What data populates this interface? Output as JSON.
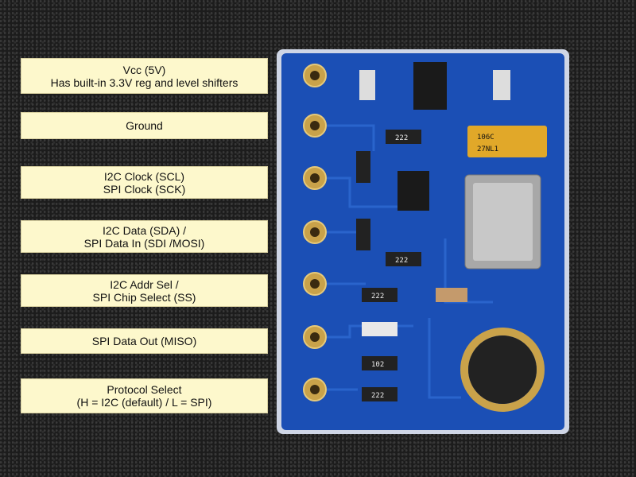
{
  "pins": [
    {
      "line1": "Vcc  (5V)",
      "line2": "Has built-in 3.3V reg and level shifters"
    },
    {
      "line1": "Ground",
      "line2": ""
    },
    {
      "line1": "I2C Clock (SCL)",
      "line2": "SPI Clock (SCK)"
    },
    {
      "line1": "I2C Data (SDA) /",
      "line2": "SPI Data In (SDI /MOSI)"
    },
    {
      "line1": "I2C  Addr  Sel  /",
      "line2": "SPI Chip Select (SS)"
    },
    {
      "line1": "SPI Data Out (MISO)",
      "line2": ""
    },
    {
      "line1": "Protocol  Select",
      "line2": "(H = I2C (default) / L = SPI)"
    }
  ],
  "board": {
    "resistor_marking": "222",
    "resistor_marking_alt": "102",
    "capacitor_marking_1": "106C",
    "capacitor_marking_2": "27NL1",
    "colors": {
      "pcb": "#1b4fb5",
      "label_bg": "#fdf8cc",
      "gold": "#c9a24a"
    }
  }
}
